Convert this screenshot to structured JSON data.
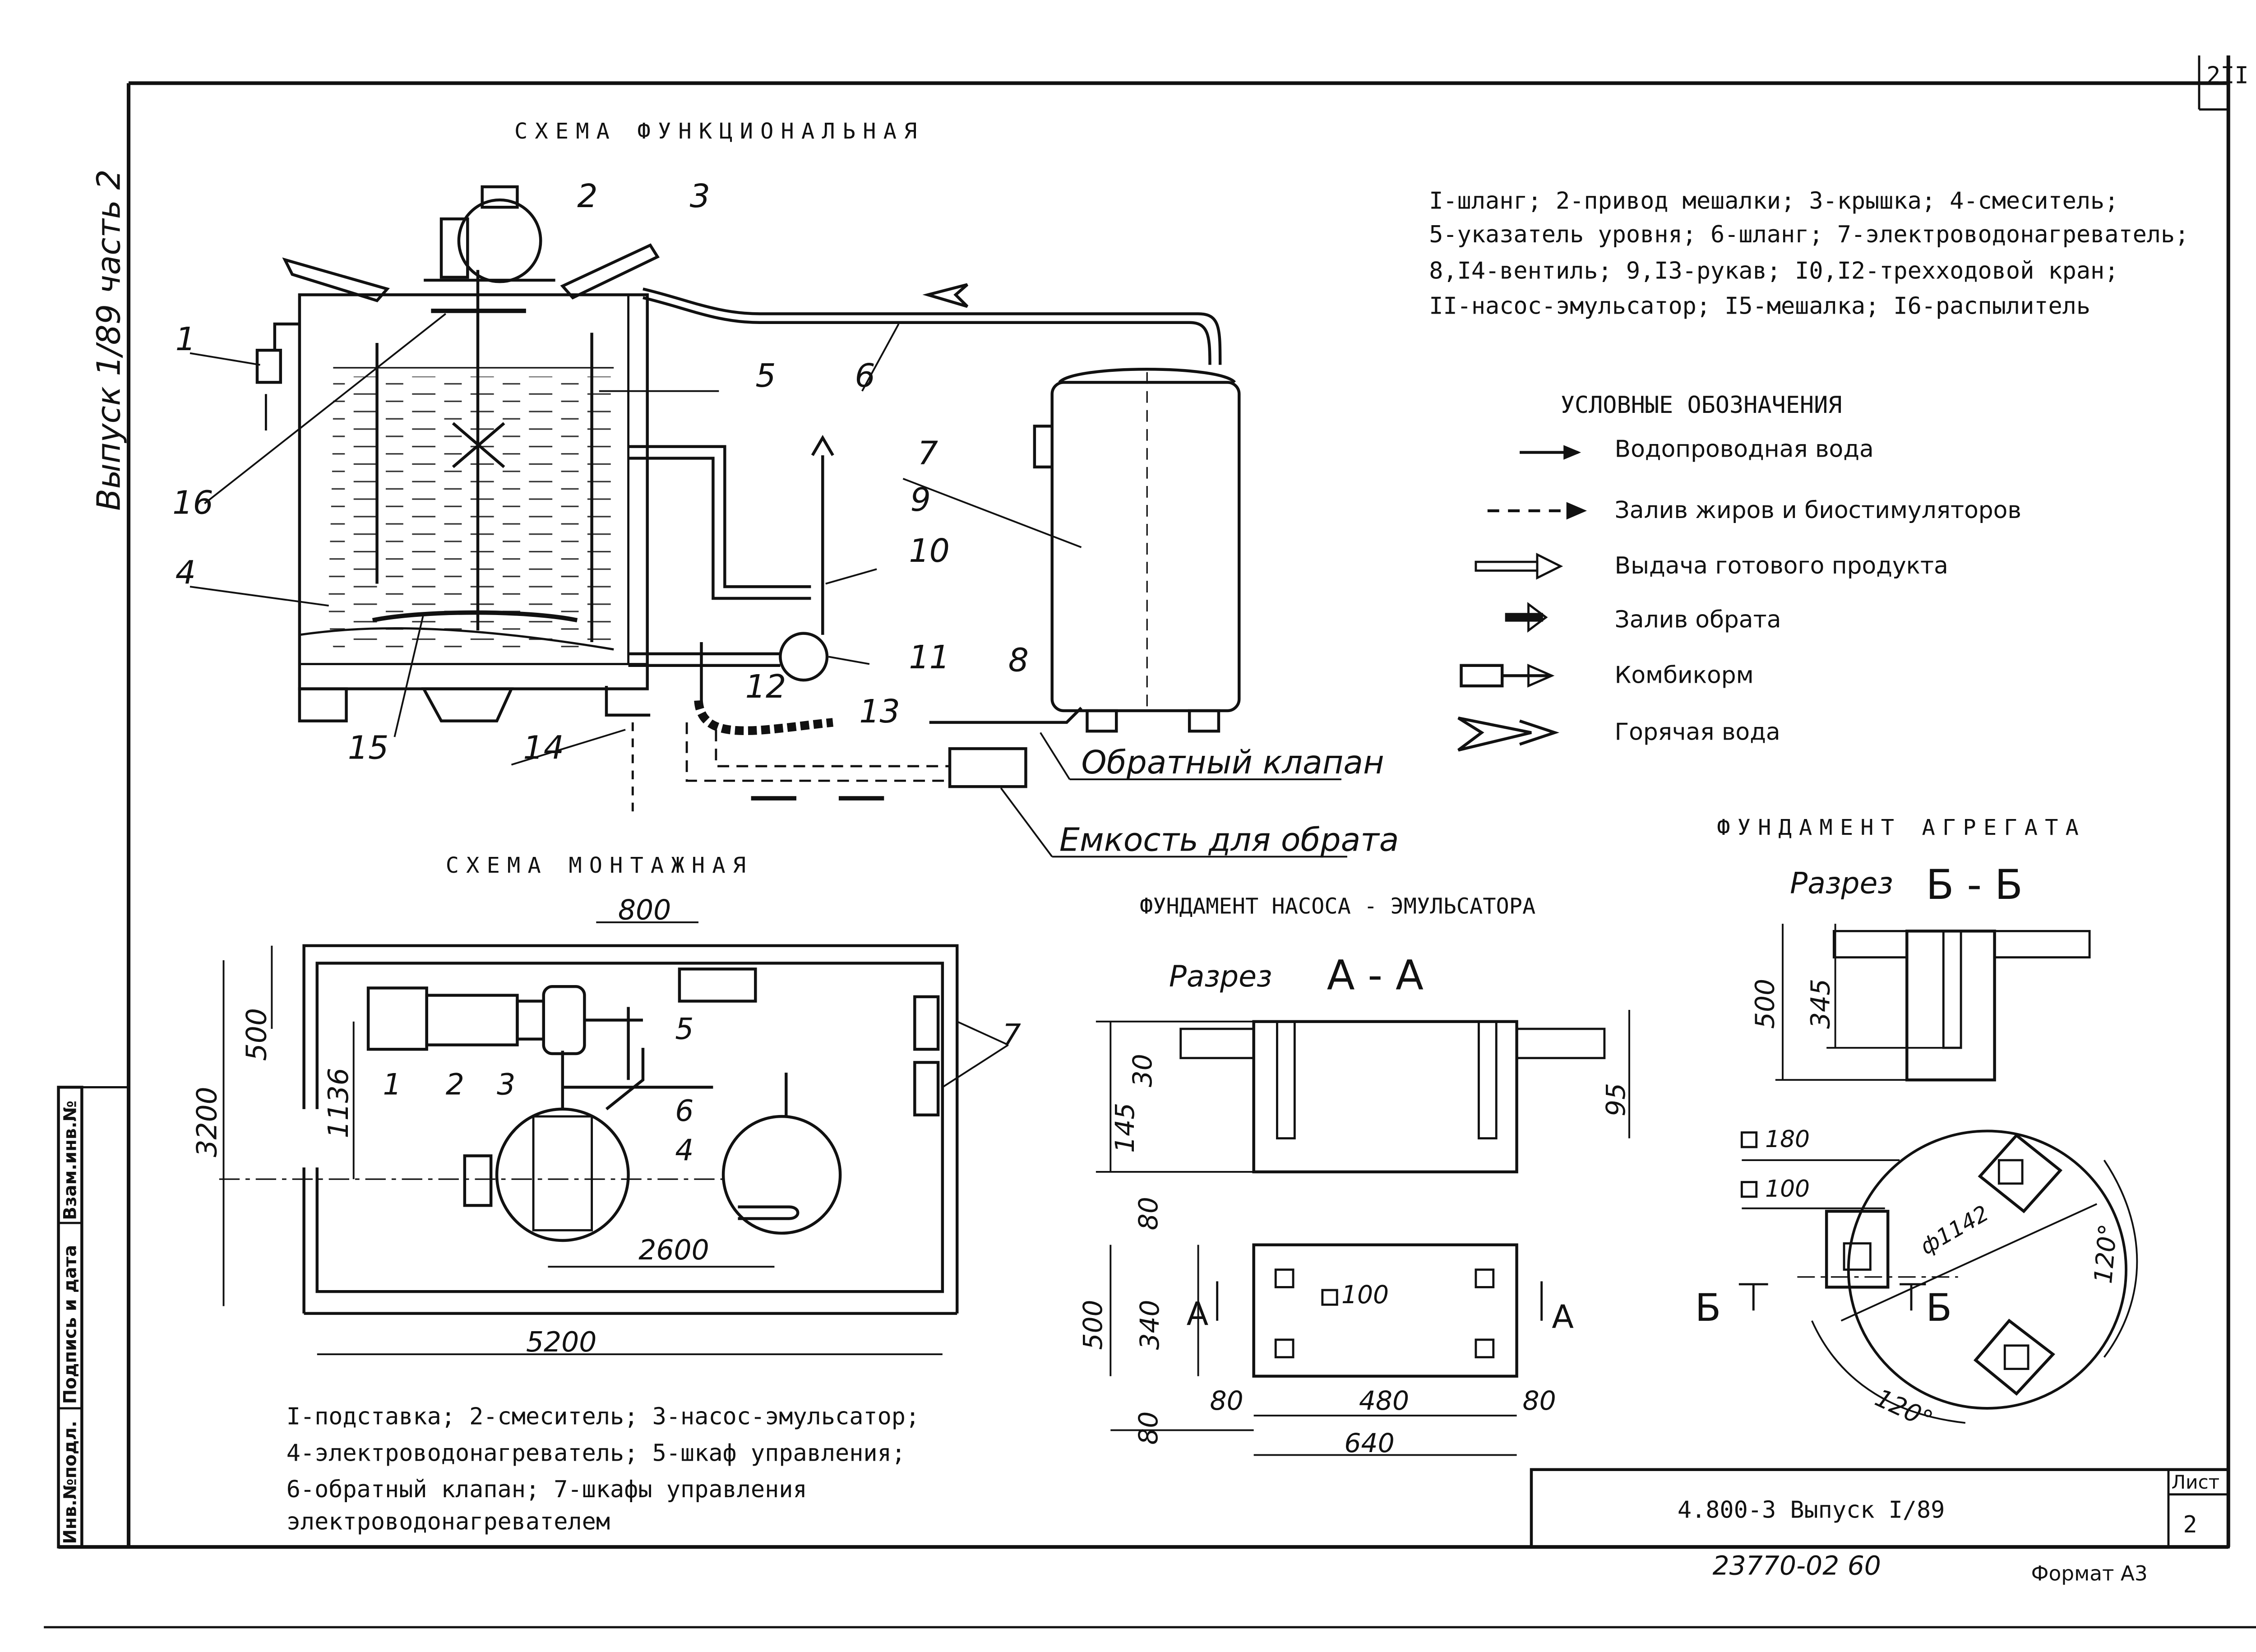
{
  "sheet": {
    "page_number": "2II",
    "side_label": "Выпуск 1/89 часть 2",
    "stamp_cells": [
      "Инв.№подл.",
      "Подпись и дата",
      "Взам.инв.№"
    ],
    "doc_code": "4.800-3 Выпуск I/89",
    "sheet_label": "Лист",
    "sheet_number": "2",
    "bottom_code": "23770-02 60",
    "format_label": "Формат А3"
  },
  "functional": {
    "title": "СХЕМА ФУНКЦИОНАЛЬНАЯ",
    "callouts": [
      "1",
      "2",
      "3",
      "4",
      "5",
      "6",
      "7",
      "8",
      "9",
      "10",
      "11",
      "12",
      "13",
      "14",
      "15",
      "16"
    ],
    "check_valve": "Обратный клапан",
    "return_tank": "Емкость для обрата",
    "legend_lines": [
      "I-шланг; 2-привод мешалки; 3-крышка; 4-смеситель;",
      "5-указатель уровня; 6-шланг; 7-электроводонагреватель;",
      "8,I4-вентиль; 9,I3-рукав; I0,I2-трехходовой кран;",
      "II-насос-эмульсатор; I5-мешалка; I6-распылитель"
    ]
  },
  "symbols": {
    "title": "УСЛОВНЫЕ  ОБОЗНАЧЕНИЯ",
    "items": [
      {
        "label": "Водопроводная вода",
        "icon": "solid-arrow-icon"
      },
      {
        "label": "Залив жиров и биостимуляторов",
        "icon": "dashed-arrow-icon"
      },
      {
        "label": "Выдача готового продукта",
        "icon": "hatched-arrow-icon"
      },
      {
        "label": "Залив обрата",
        "icon": "filled-open-arrow-icon"
      },
      {
        "label": "Комбикорм",
        "icon": "box-arrow-icon"
      },
      {
        "label": "Горячая вода",
        "icon": "double-chevron-icon"
      }
    ]
  },
  "montage": {
    "title": "СХЕМА МОНТАЖНАЯ",
    "dims": [
      "800",
      "500",
      "3200",
      "1136",
      "2600",
      "5200"
    ],
    "callouts": [
      "1",
      "2",
      "3",
      "4",
      "5",
      "6",
      "7"
    ],
    "legend_lines": [
      "I-подставка; 2-смеситель; 3-насос-эмульсатор;",
      "4-электроводонагреватель; 5-шкаф управления;",
      "6-обратный клапан; 7-шкафы управления",
      "электроводонагревателем"
    ]
  },
  "pump_foundation": {
    "title": "ФУНДАМЕНТ  НАСОСА - ЭМУЛЬСАТОРА",
    "section_label": "Разрез",
    "section_letters": "А - А",
    "dims": [
      "145",
      "30",
      "95",
      "80",
      "500",
      "340",
      "80",
      "80",
      "480",
      "80",
      "640"
    ],
    "hole_label": "100",
    "cut_marks": [
      "А",
      "А"
    ]
  },
  "unit_foundation": {
    "title": "ФУНДАМЕНТ АГРЕГАТА",
    "section_label": "Разрез",
    "section_letters": "Б - Б",
    "dims": [
      "500",
      "345"
    ],
    "hole_labels": [
      "180",
      "100"
    ],
    "diameter": "ф1142",
    "angles": [
      "120°",
      "120°"
    ],
    "cut_marks": [
      "Б",
      "Б"
    ]
  }
}
